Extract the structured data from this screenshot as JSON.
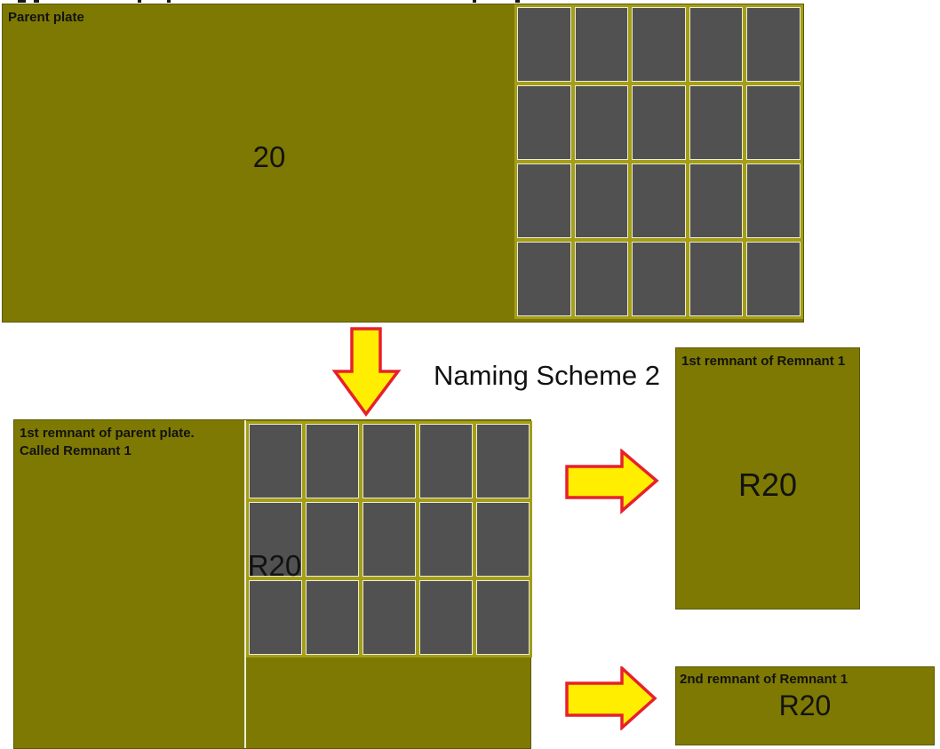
{
  "title": "Naming Scheme 2",
  "colors": {
    "plate": "#7e7902",
    "plate_edge": "#5c5800",
    "grid_gap": "#a49e18",
    "part": "#515151",
    "part_border": "#ecedd6",
    "arrow_fill": "#ffee00",
    "arrow_stroke": "#e8202c",
    "text": "#121212",
    "background": "#ffffff"
  },
  "parent_plate": {
    "label": "Parent plate",
    "plate_number": "20",
    "grid": {
      "columns": 5,
      "rows": 4
    }
  },
  "remnant_1": {
    "label_line1": "1st remnant of parent plate.",
    "label_line2": "Called Remnant 1",
    "plate_number": "R20",
    "grid": {
      "columns": 5,
      "rows": 3
    }
  },
  "remnant_1_1": {
    "label": "1st remnant of Remnant 1",
    "plate_number": "R20"
  },
  "remnant_1_2": {
    "label": "2nd remnant of Remnant 1",
    "plate_number": "R20"
  }
}
